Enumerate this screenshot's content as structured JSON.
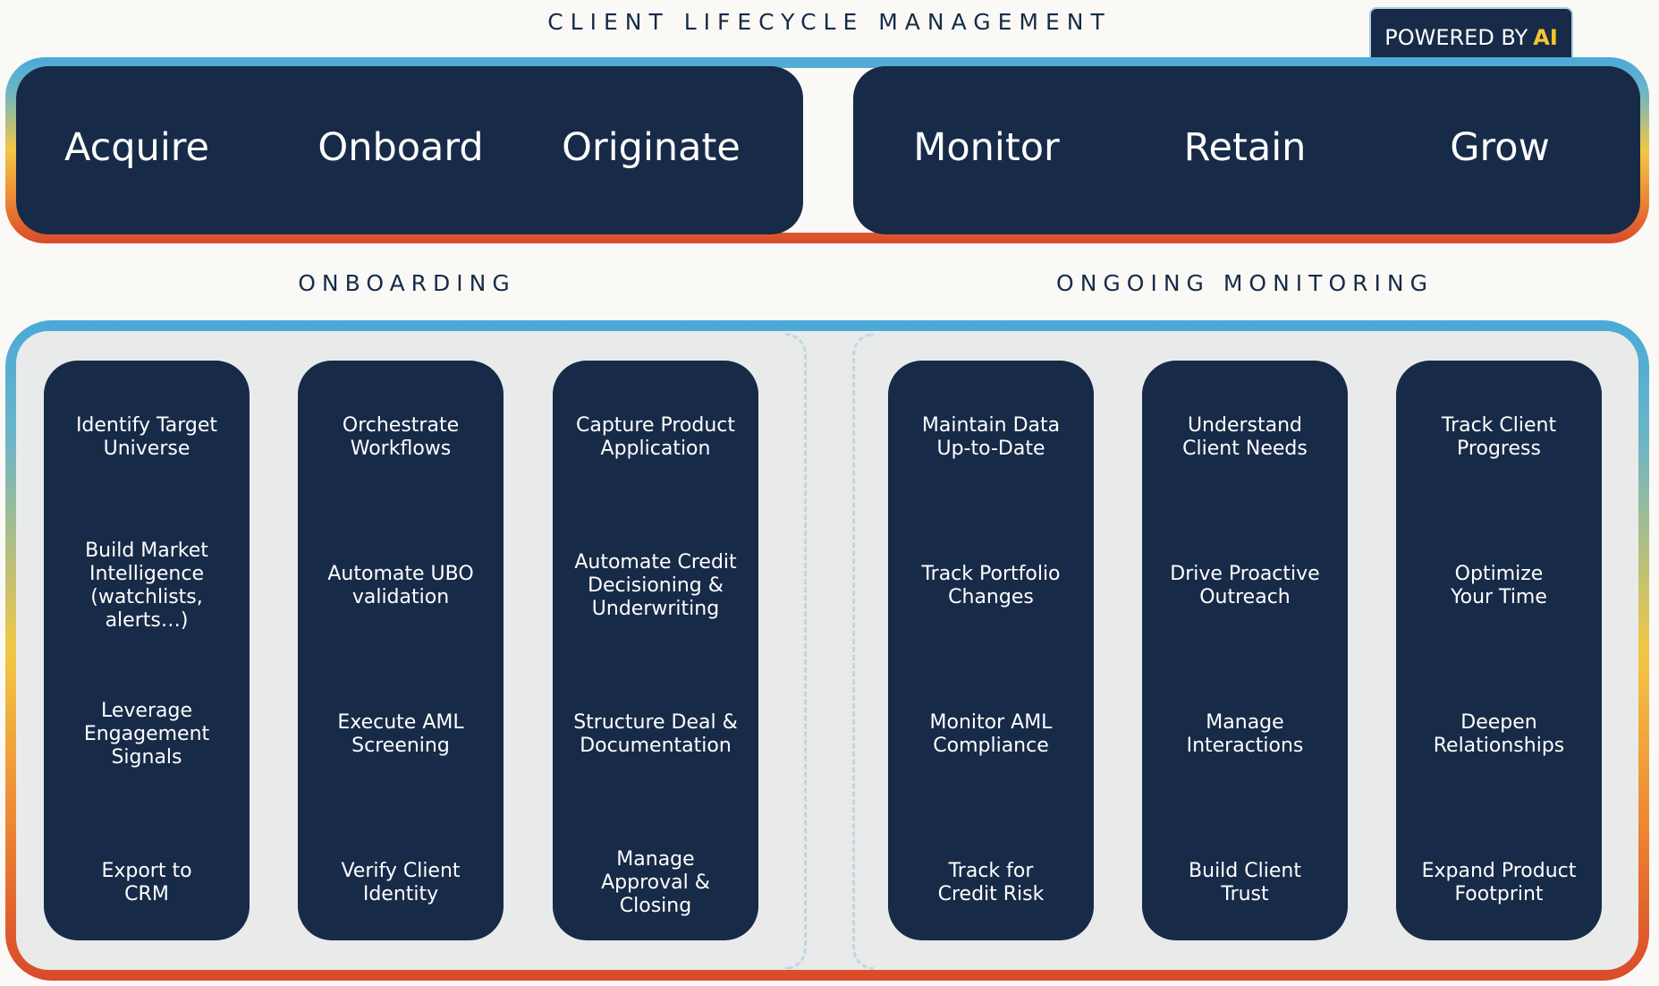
{
  "header": {
    "title": "CLIENT LIFECYCLE MANAGEMENT",
    "badge_prefix": "POWERED BY",
    "badge_ai": "AI"
  },
  "stages": [
    "Acquire",
    "Onboard",
    "Originate",
    "Monitor",
    "Retain",
    "Grow"
  ],
  "sections": {
    "onboarding": "ONBOARDING",
    "monitoring": "ONGOING MONITORING"
  },
  "columns": [
    {
      "items": [
        "Identify Target\nUniverse",
        "Build Market\nIntelligence\n(watchlists,\nalerts…)",
        "Leverage\nEngagement\nSignals",
        "Export to\nCRM"
      ]
    },
    {
      "items": [
        "Orchestrate\nWorkflows",
        "Automate UBO\nvalidation",
        "Execute AML\nScreening",
        "Verify Client\nIdentity"
      ]
    },
    {
      "items": [
        "Capture Product\nApplication",
        "Automate Credit\nDecisioning &\nUnderwriting",
        "Structure Deal &\nDocumentation",
        "Manage\nApproval &\nClosing"
      ]
    },
    {
      "items": [
        "Maintain Data\nUp-to-Date",
        "Track Portfolio\nChanges",
        "Monitor AML\nCompliance",
        "Track for\nCredit Risk"
      ]
    },
    {
      "items": [
        "Understand\nClient Needs",
        "Drive Proactive\nOutreach",
        "Manage\nInteractions",
        "Build Client\nTrust"
      ]
    },
    {
      "items": [
        "Track Client\nProgress",
        "Optimize\nYour Time",
        "Deepen\nRelationships",
        "Expand Product\nFootprint"
      ]
    }
  ],
  "colors": {
    "navy": "#172b48",
    "ai_accent": "#f5c62d",
    "panel": "#e9ebea"
  }
}
